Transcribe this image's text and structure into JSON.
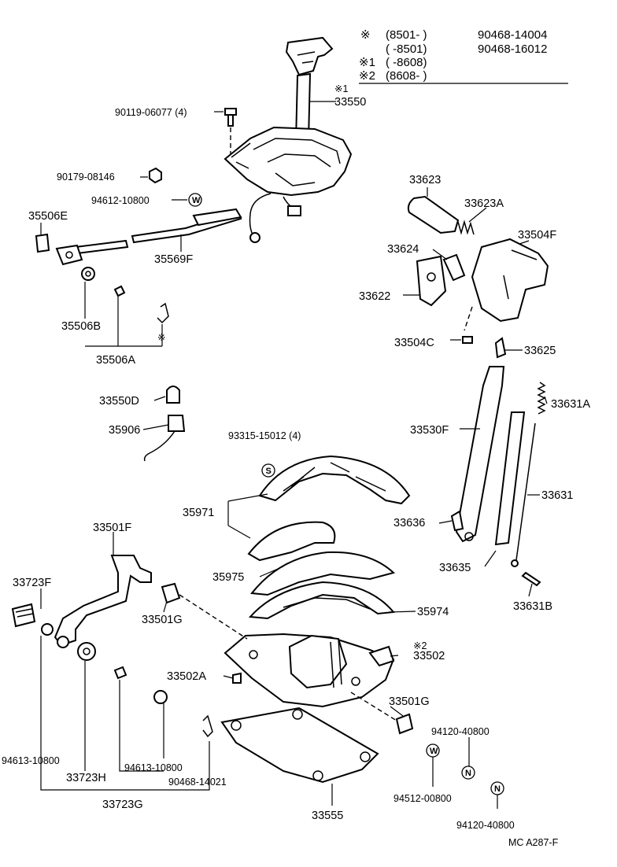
{
  "header_notes": [
    {
      "mark": "※",
      "range": "(8501-      )",
      "part": "90468-14004"
    },
    {
      "mark": "",
      "range": "(      -8501)",
      "part": "90468-16012"
    },
    {
      "mark": "※1",
      "range": "(      -8608)",
      "part": ""
    },
    {
      "mark": "※2",
      "range": "(8608-      )",
      "part": ""
    }
  ],
  "labels": {
    "l33550": "33550",
    "l33550_mark": "※1",
    "l90119": "90119-06077 (4)",
    "l90179": "90179-08146",
    "l94612": "94612-10800",
    "l35506E": "35506E",
    "l35569F": "35569F",
    "l35506B": "35506B",
    "l35506A": "35506A",
    "star": "※",
    "l33623": "33623",
    "l33623A": "33623A",
    "l33504F": "33504F",
    "l33624": "33624",
    "l33622": "33622",
    "l33504C": "33504C",
    "l33625": "33625",
    "l33550D": "33550D",
    "l35906": "35906",
    "l93315": "93315-15012 (4)",
    "l33631A": "33631A",
    "l33530F": "33530F",
    "l33631": "33631",
    "l35971": "35971",
    "l33636": "33636",
    "l33501F": "33501F",
    "l33635": "33635",
    "l33723F": "33723F",
    "l35975": "35975",
    "l33631B": "33631B",
    "l35974": "35974",
    "l33501G_a": "33501G",
    "l33502_mark": "※2",
    "l33502": "33502",
    "l33502A": "33502A",
    "l33501G_b": "33501G",
    "l94120_a": "94120-40800",
    "l94613_a": "94613-10800",
    "l94613_b": "94613-10800",
    "l33723H": "33723H",
    "l90468": "90468-14021",
    "l94512": "94512-00800",
    "l33723G": "33723G",
    "l33555": "33555",
    "l94120_b": "94120-40800",
    "code": "MC A287-F"
  },
  "symbols": {
    "w": "W",
    "s": "S",
    "n": "N"
  }
}
